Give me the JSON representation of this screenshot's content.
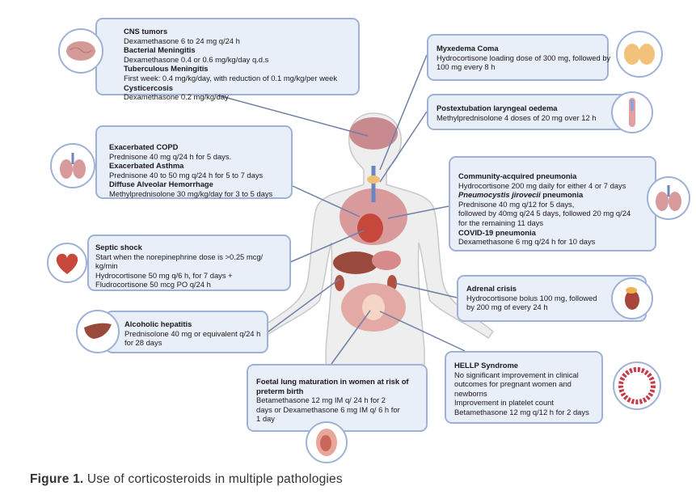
{
  "boxes": {
    "cns": {
      "t1": "CNS tumors",
      "d1": "Dexamethasone 6 to 24 mg q/24 h",
      "t2": "Bacterial Meningitis",
      "d2": "Dexamethasone 0.4 or 0.6 mg/kg/day q.d.s",
      "t3": "Tuberculous Meningitis",
      "d3": "First week: 0.4 mg/kg/day, with  reduction of  0.1 mg/kg/per week",
      "t4": "Cysticercosis",
      "d4": "Dexamethasone 0.2 mg/kg/day"
    },
    "myxedema": {
      "t1": "Myxedema Coma",
      "d1": "Hydrocortisone loading dose of 300 mg, followed  by",
      "d2": "100 mg every 8 h"
    },
    "postext": {
      "t1": "Postextubation laryngeal oedema",
      "d1": "Methylprednisolone 4 doses of 20 mg over 12 h"
    },
    "copd": {
      "t1": "Exacerbated COPD",
      "d1": "Prednisone 40 mg q/24 h for 5 days.",
      "t2": "Exacerbated Asthma",
      "d2": "Prednisone 40 to 50 mg q/24 h for 5 to 7 days",
      "t3": "Diffuse Alveolar Hemorrhage",
      "d3": "Methylprednisolone 30 mg/kg/day for 3 to 5 days"
    },
    "pneumonia": {
      "t1": "Community-acquired pneumonia",
      "d1": "Hydrocortisone 200 mg daily for either 4 or 7 days",
      "t2a": "Pneumocystis jirovecii",
      "t2b": " pneumonia",
      "d2": "Prednisone 40 mg q/12 for 5 days,",
      "d3": "followed by 40mg q/24  5 days, followed 20 mg q/24",
      "d4": "for the remaining 11 days",
      "t3": "COVID-19 pneumonia",
      "d5": "Dexamethasone 6 mg q/24 h for 10 days"
    },
    "septic": {
      "t1": "Septic shock",
      "d1": "Start when  the  norepinephrine dose  is  >0.25  mcg/",
      "d2": "kg/min",
      "d3": "Hydrocortisone 50 mg q/6 h, for 7 days +",
      "d4": "Fludrocortisone 50 mcg PO q/24 h"
    },
    "adrenal": {
      "t1": "Adrenal crisis",
      "d1": "Hydrocortisone bolus 100 mg, followed",
      "d2": "by 200 mg of  every 24 h"
    },
    "hepatitis": {
      "t1": "Alcoholic hepatitis",
      "d1": "Prednisolone 40 mg or equivalent q/24 h",
      "d2": "for 28 days"
    },
    "foetal": {
      "t1": "Foetal lung maturation in women at risk of",
      "t2": "preterm birth",
      "d1": "Betamethasone 12 mg IM q/ 24 h for 2",
      "d2": "days or Dexamethasone 6 mg IM q/ 6 h for",
      "d3": "1 day"
    },
    "hellp": {
      "t1": "HELLP Syndrome",
      "d1": "No significant improvement in clinical",
      "d2": "outcomes for pregnant women and",
      "d3": "newborns",
      "d4": "Improvement in platelet count",
      "d5": "Betamethasone 12 mg q/12 h for 2 days"
    }
  },
  "caption": {
    "label": "Figure 1.",
    "text": " Use of corticosteroids in multiple pathologies"
  },
  "colors": {
    "box_fill": "#e9eff9",
    "box_border": "#9fb2d6",
    "connector": "#6f7fa8"
  }
}
